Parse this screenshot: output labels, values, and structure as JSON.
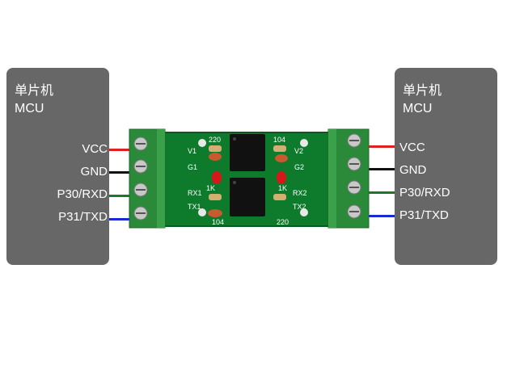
{
  "left_mcu": {
    "title_cn": "单片机",
    "title_en": "MCU",
    "pins": [
      "VCC",
      "GND",
      "P30/RXD",
      "P31/TXD"
    ]
  },
  "right_mcu": {
    "title_cn": "单片机",
    "title_en": "MCU",
    "pins": [
      "VCC",
      "GND",
      "P30/RXD",
      "P31/TXD"
    ]
  },
  "wire_colors": [
    "#e02020",
    "#111111",
    "#1a7a2a",
    "#1a2ad0"
  ],
  "board": {
    "left_labels": [
      "V1",
      "G1",
      "RX1",
      "TX1"
    ],
    "right_labels": [
      "V2",
      "G2",
      "RX2",
      "TX2"
    ],
    "component_labels": [
      "220",
      "104",
      "1K",
      "104",
      "1K",
      "220"
    ]
  }
}
